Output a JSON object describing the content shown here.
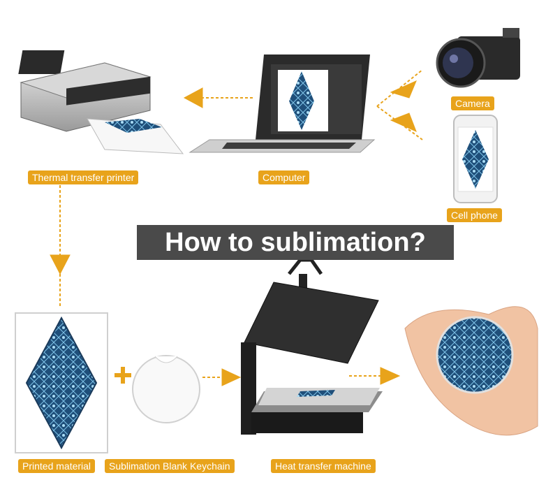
{
  "title": "How to sublimation?",
  "labels": {
    "printer": "Thermal transfer printer",
    "computer": "Computer",
    "camera": "Camera",
    "cell_phone": "Cell phone",
    "printed_material": "Printed material",
    "keychain": "Sublimation Blank Keychain",
    "heat_press": "Heat transfer machine"
  },
  "colors": {
    "accent": "#e8a31b",
    "title_bg": "#4a4a4a",
    "pattern": "#1f4f7a"
  }
}
